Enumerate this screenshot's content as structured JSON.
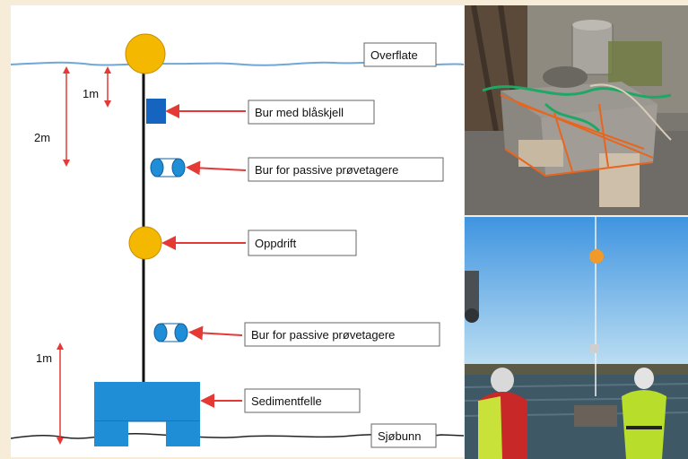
{
  "labels": {
    "surface": "Overflate",
    "mussel_cage": "Bur med blåskjell",
    "passive_cage_upper": "Bur for passive prøvetagere",
    "buoyancy": "Oppdrift",
    "passive_cage_lower": "Bur for passive prøvetagere",
    "sediment_trap": "Sedimentfelle",
    "seabed": "Sjøbunn"
  },
  "dimensions": {
    "top_1m": "1m",
    "top_2m": "2m",
    "bottom_1m": "1m"
  },
  "colors": {
    "water_line": "#6fa8d6",
    "buoy": "#f5b800",
    "equipment": "#1f8ed6",
    "mussel_cage": "#1565c0",
    "arrow": "#e53935",
    "rope": "#111111",
    "background": "#f6ecd8"
  },
  "photos": [
    {
      "name": "deck-rig-photo",
      "description_icon": "photo-icon"
    },
    {
      "name": "deployment-photo",
      "description_icon": "photo-icon"
    }
  ]
}
